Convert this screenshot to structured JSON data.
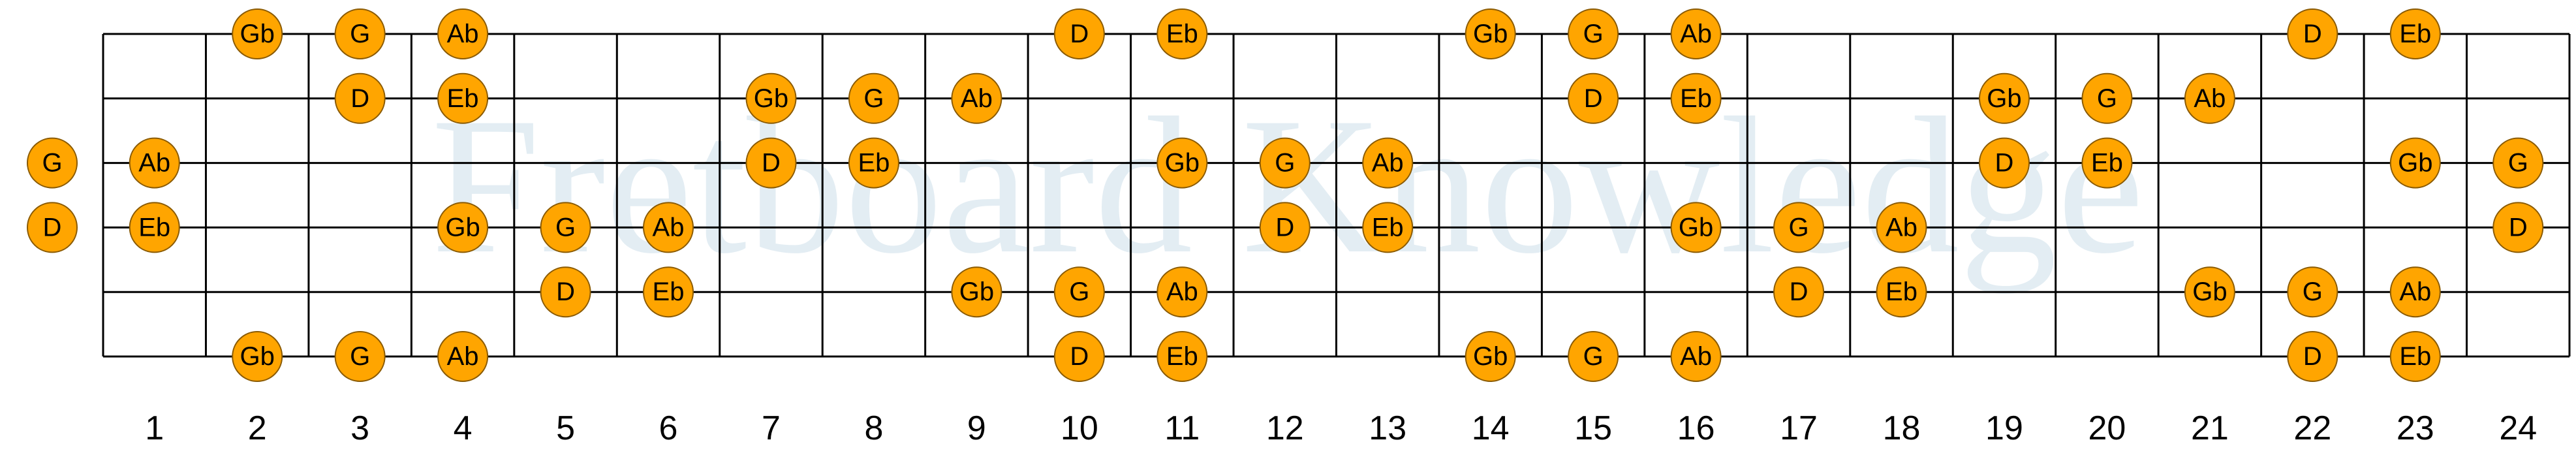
{
  "watermark": {
    "text": "Fretboard Knowledge",
    "color": "#e3edf3"
  },
  "colors": {
    "line": "#000000",
    "dot_fill": "#ffa500",
    "dot_stroke": "#8a5a00",
    "text": "#000000"
  },
  "fretboard": {
    "fret_count": 24,
    "fret_numbers": [
      "1",
      "2",
      "3",
      "4",
      "5",
      "6",
      "7",
      "8",
      "9",
      "10",
      "11",
      "12",
      "13",
      "14",
      "15",
      "16",
      "17",
      "18",
      "19",
      "20",
      "21",
      "22",
      "23",
      "24"
    ],
    "notes": [
      {
        "fret": 2,
        "string": 1,
        "label": "Gb"
      },
      {
        "fret": 3,
        "string": 1,
        "label": "G"
      },
      {
        "fret": 4,
        "string": 1,
        "label": "Ab"
      },
      {
        "fret": 10,
        "string": 1,
        "label": "D"
      },
      {
        "fret": 11,
        "string": 1,
        "label": "Eb"
      },
      {
        "fret": 14,
        "string": 1,
        "label": "Gb"
      },
      {
        "fret": 15,
        "string": 1,
        "label": "G"
      },
      {
        "fret": 16,
        "string": 1,
        "label": "Ab"
      },
      {
        "fret": 22,
        "string": 1,
        "label": "D"
      },
      {
        "fret": 23,
        "string": 1,
        "label": "Eb"
      },
      {
        "fret": 3,
        "string": 2,
        "label": "D"
      },
      {
        "fret": 4,
        "string": 2,
        "label": "Eb"
      },
      {
        "fret": 7,
        "string": 2,
        "label": "Gb"
      },
      {
        "fret": 8,
        "string": 2,
        "label": "G"
      },
      {
        "fret": 9,
        "string": 2,
        "label": "Ab"
      },
      {
        "fret": 15,
        "string": 2,
        "label": "D"
      },
      {
        "fret": 16,
        "string": 2,
        "label": "Eb"
      },
      {
        "fret": 19,
        "string": 2,
        "label": "Gb"
      },
      {
        "fret": 20,
        "string": 2,
        "label": "G"
      },
      {
        "fret": 21,
        "string": 2,
        "label": "Ab"
      },
      {
        "fret": 0,
        "string": 3,
        "label": "G"
      },
      {
        "fret": 1,
        "string": 3,
        "label": "Ab"
      },
      {
        "fret": 7,
        "string": 3,
        "label": "D"
      },
      {
        "fret": 8,
        "string": 3,
        "label": "Eb"
      },
      {
        "fret": 11,
        "string": 3,
        "label": "Gb"
      },
      {
        "fret": 12,
        "string": 3,
        "label": "G"
      },
      {
        "fret": 13,
        "string": 3,
        "label": "Ab"
      },
      {
        "fret": 19,
        "string": 3,
        "label": "D"
      },
      {
        "fret": 20,
        "string": 3,
        "label": "Eb"
      },
      {
        "fret": 23,
        "string": 3,
        "label": "Gb"
      },
      {
        "fret": 24,
        "string": 3,
        "label": "G"
      },
      {
        "fret": 0,
        "string": 4,
        "label": "D"
      },
      {
        "fret": 1,
        "string": 4,
        "label": "Eb"
      },
      {
        "fret": 4,
        "string": 4,
        "label": "Gb"
      },
      {
        "fret": 5,
        "string": 4,
        "label": "G"
      },
      {
        "fret": 6,
        "string": 4,
        "label": "Ab"
      },
      {
        "fret": 12,
        "string": 4,
        "label": "D"
      },
      {
        "fret": 13,
        "string": 4,
        "label": "Eb"
      },
      {
        "fret": 16,
        "string": 4,
        "label": "Gb"
      },
      {
        "fret": 17,
        "string": 4,
        "label": "G"
      },
      {
        "fret": 18,
        "string": 4,
        "label": "Ab"
      },
      {
        "fret": 24,
        "string": 4,
        "label": "D"
      },
      {
        "fret": 5,
        "string": 5,
        "label": "D"
      },
      {
        "fret": 6,
        "string": 5,
        "label": "Eb"
      },
      {
        "fret": 9,
        "string": 5,
        "label": "Gb"
      },
      {
        "fret": 10,
        "string": 5,
        "label": "G"
      },
      {
        "fret": 11,
        "string": 5,
        "label": "Ab"
      },
      {
        "fret": 17,
        "string": 5,
        "label": "D"
      },
      {
        "fret": 18,
        "string": 5,
        "label": "Eb"
      },
      {
        "fret": 21,
        "string": 5,
        "label": "Gb"
      },
      {
        "fret": 22,
        "string": 5,
        "label": "G"
      },
      {
        "fret": 23,
        "string": 5,
        "label": "Ab"
      },
      {
        "fret": 2,
        "string": 6,
        "label": "Gb"
      },
      {
        "fret": 3,
        "string": 6,
        "label": "G"
      },
      {
        "fret": 4,
        "string": 6,
        "label": "Ab"
      },
      {
        "fret": 10,
        "string": 6,
        "label": "D"
      },
      {
        "fret": 11,
        "string": 6,
        "label": "Eb"
      },
      {
        "fret": 14,
        "string": 6,
        "label": "Gb"
      },
      {
        "fret": 15,
        "string": 6,
        "label": "G"
      },
      {
        "fret": 16,
        "string": 6,
        "label": "Ab"
      },
      {
        "fret": 22,
        "string": 6,
        "label": "D"
      },
      {
        "fret": 23,
        "string": 6,
        "label": "Eb"
      }
    ]
  }
}
